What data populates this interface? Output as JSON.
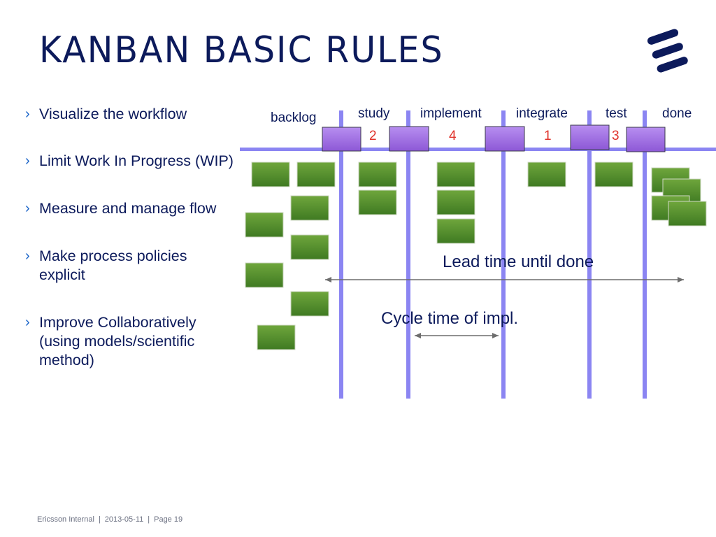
{
  "slide": {
    "title": "Kanban basic rules"
  },
  "bullets": [
    {
      "text": "Visualize the workflow"
    },
    {
      "text": "Limit Work In Progress (WIP)"
    },
    {
      "text": "Measure and manage flow"
    },
    {
      "text": "Make process policies explicit"
    },
    {
      "text": "Improve Collaboratively (using models/scientific method)"
    }
  ],
  "board": {
    "columns": {
      "backlog": "backlog",
      "study": "study",
      "implement": "implement",
      "integrate": "integrate",
      "test": "test",
      "done": "done"
    },
    "wip_limits": {
      "study": "2",
      "implement": "4",
      "integrate": "1",
      "test": "3"
    },
    "lead_time_label": "Lead time until done",
    "cycle_time_label": "Cycle time of impl."
  },
  "colors": {
    "title": "#0c1a5b",
    "bullet_chevron": "#1d66c9",
    "lane_line": "#8b85f2",
    "wip_limit": "#e0322a",
    "card_green": "#4f8a2a",
    "column_header_purple": "#a06cdf"
  },
  "footer": {
    "classification": "Ericsson Internal",
    "date": "2013-05-11",
    "page": "Page 19"
  }
}
